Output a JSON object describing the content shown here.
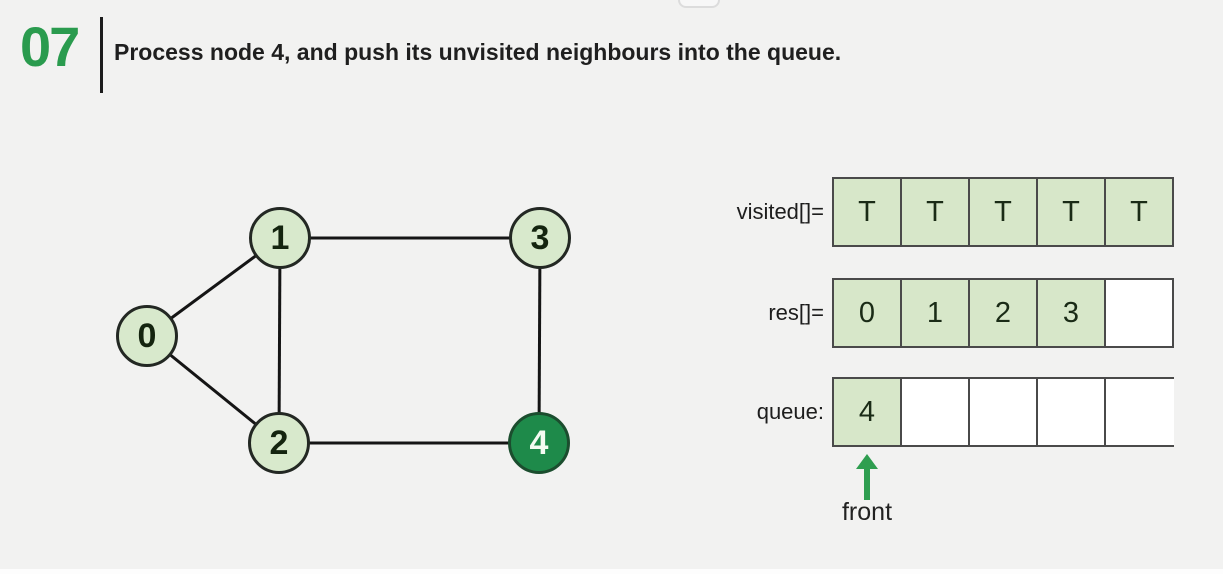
{
  "header": {
    "step_number": "07",
    "title": "Process node 4, and push its unvisited neighbours into the queue."
  },
  "graph": {
    "nodes": [
      {
        "label": "0"
      },
      {
        "label": "1"
      },
      {
        "label": "2"
      },
      {
        "label": "3"
      },
      {
        "label": "4",
        "is_current": true
      }
    ],
    "edges": [
      "0-1",
      "0-2",
      "1-2",
      "1-3",
      "2-4",
      "3-4"
    ],
    "current_node": "4"
  },
  "arrays": {
    "visited": {
      "label": "visited[]=",
      "cells": [
        "T",
        "T",
        "T",
        "T",
        "T"
      ],
      "filled": [
        true,
        true,
        true,
        true,
        true
      ]
    },
    "res": {
      "label": "res[]=",
      "cells": [
        "0",
        "1",
        "2",
        "3",
        ""
      ],
      "filled": [
        true,
        true,
        true,
        true,
        false
      ]
    },
    "queue": {
      "label": "queue:",
      "cells": [
        "4",
        "",
        "",
        "",
        ""
      ],
      "filled": [
        true,
        false,
        false,
        false,
        false
      ]
    },
    "front_label": "front"
  },
  "colors": {
    "accent_green": "#2a9b4e",
    "node_fill": "#d8e9cc",
    "node_current_fill": "#1e8a4a",
    "cell_fill": "#d7e7c9",
    "background": "#f2f2f1"
  }
}
